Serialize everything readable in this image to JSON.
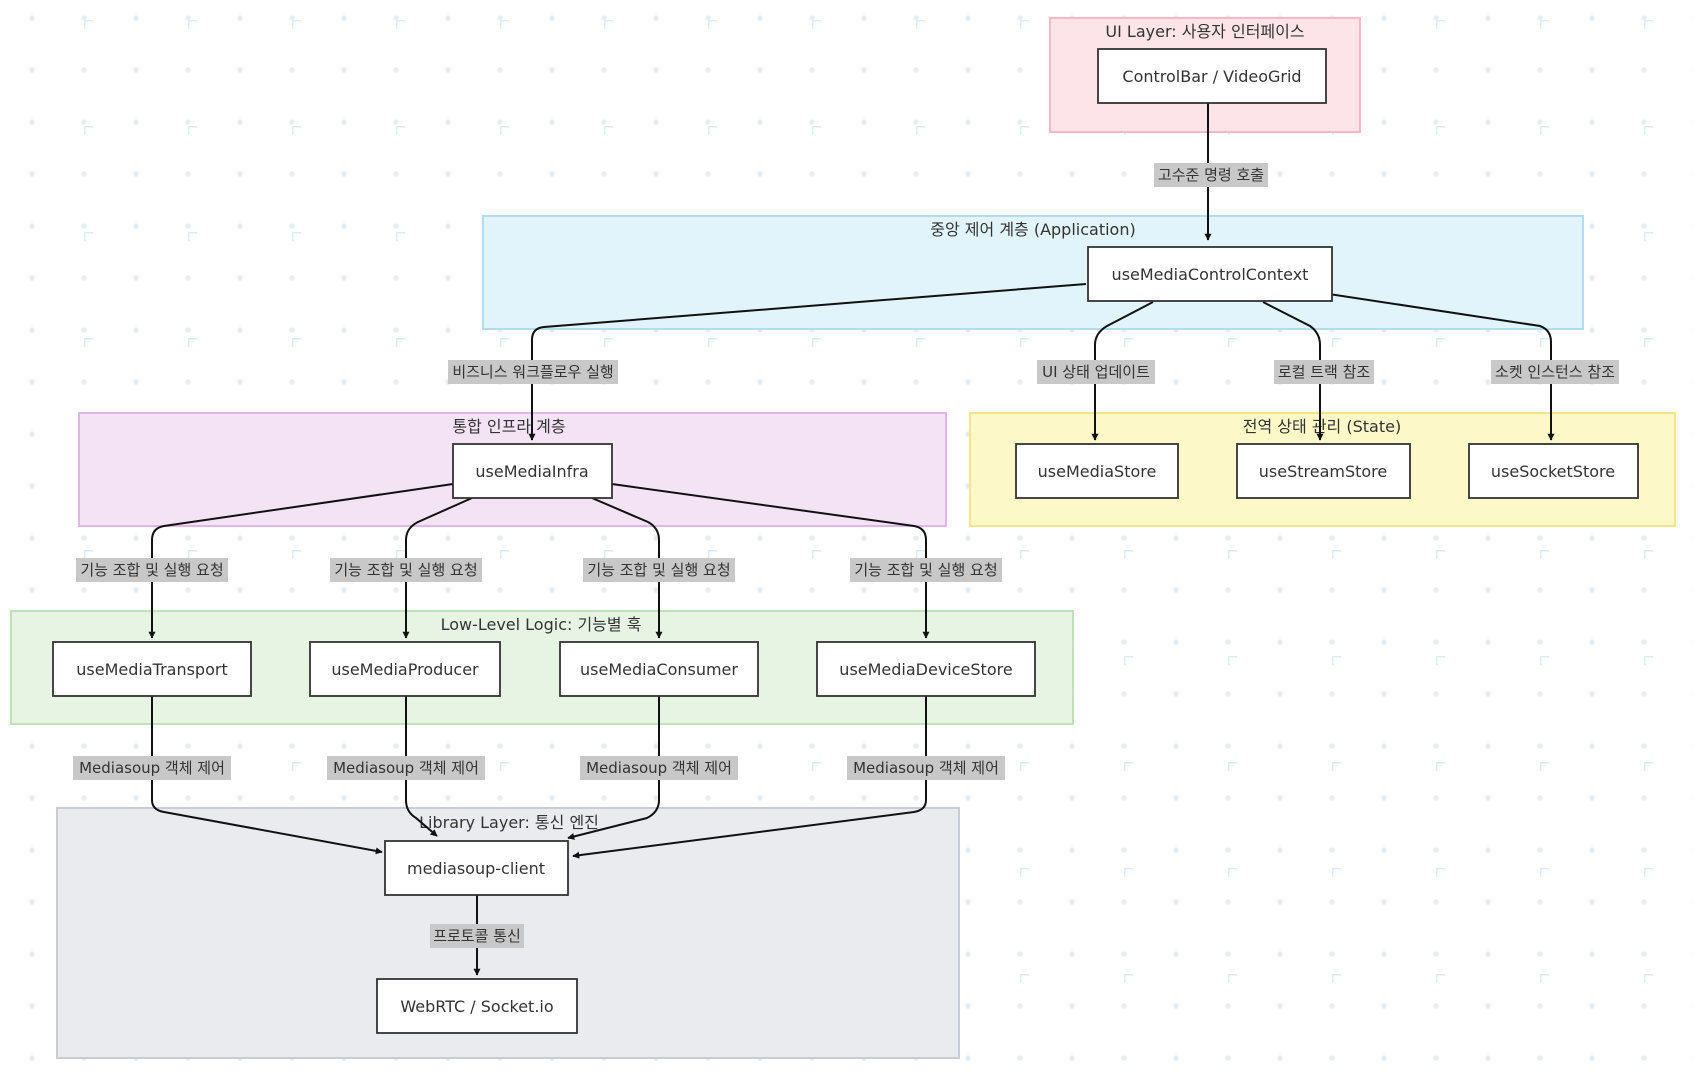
{
  "theme": {
    "background": "#ffffff",
    "grid_dot_color": "#e4eef2",
    "grid_plus_color": "#dbeef6",
    "edge_color": "#111111",
    "node_fill": "#ffffff",
    "node_stroke": "#333333",
    "label_bg": "#c8c8c8",
    "text_color": "#333333"
  },
  "groups": {
    "ui": {
      "title": "UI Layer: 사용자 인터페이스",
      "fill": "#fde4e8",
      "stroke": "#f5b8c4"
    },
    "app": {
      "title": "중앙 제어 계층 (Application)",
      "fill": "#e1f3fb",
      "stroke": "#b3dcf0"
    },
    "infra": {
      "title": "통합 인프라 계층",
      "fill": "#f3e3f5",
      "stroke": "#ddb8e6"
    },
    "state": {
      "title": "전역 상태 관리 (State)",
      "fill": "#fdf8c8",
      "stroke": "#f2e68a"
    },
    "lowlevel": {
      "title": "Low-Level Logic: 기능별 훅",
      "fill": "#e7f4e4",
      "stroke": "#bfe2b8"
    },
    "library": {
      "title": "Library Layer: 통신 엔진",
      "fill": "#e9ebee",
      "stroke": "#c9ccd2"
    }
  },
  "nodes": {
    "controlbar": "ControlBar / VideoGrid",
    "control_context": "useMediaControlContext",
    "media_infra": "useMediaInfra",
    "media_store": "useMediaStore",
    "stream_store": "useStreamStore",
    "socket_store": "useSocketStore",
    "media_transport": "useMediaTransport",
    "media_producer": "useMediaProducer",
    "media_consumer": "useMediaConsumer",
    "media_device_store": "useMediaDeviceStore",
    "mediasoup_client": "mediasoup-client",
    "webrtc_socketio": "WebRTC / Socket.io"
  },
  "edge_labels": {
    "ui_to_context": "고수준 명령 호출",
    "context_to_infra": "비즈니스 워크플로우 실행",
    "context_to_media_store": "UI 상태 업데이트",
    "context_to_stream_store": "로컬 트랙 참조",
    "context_to_socket_store": "소켓 인스턴스 참조",
    "infra_to_transport": "기능 조합 및 실행 요청",
    "infra_to_producer": "기능 조합 및 실행 요청",
    "infra_to_consumer": "기능 조합 및 실행 요청",
    "infra_to_device": "기능 조합 및 실행 요청",
    "transport_to_client": "Mediasoup 객체 제어",
    "producer_to_client": "Mediasoup 객체 제어",
    "consumer_to_client": "Mediasoup 객체 제어",
    "device_to_client": "Mediasoup 객체 제어",
    "client_to_webrtc": "프로토콜 통신"
  }
}
